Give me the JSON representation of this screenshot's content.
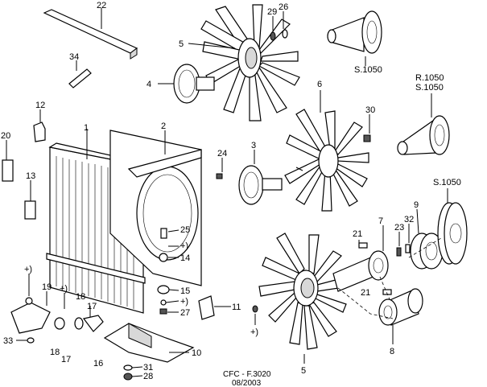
{
  "callouts": {
    "c1": "1",
    "c2": "2",
    "c3": "3",
    "c4": "4",
    "c5a": "5",
    "c5b": "5",
    "c6": "6",
    "c7": "7",
    "c8": "8",
    "c9": "9",
    "c10": "10",
    "c11": "11",
    "c12": "12",
    "c13": "13",
    "c14": "14",
    "c15": "15",
    "c16": "16",
    "c17a": "17",
    "c17b": "17",
    "c18a": "18",
    "c18b": "18",
    "c19": "19",
    "c20": "20",
    "c21a": "21",
    "c21b": "21",
    "c22": "22",
    "c23": "23",
    "c24": "24",
    "c25": "25",
    "c26": "26",
    "c27": "27",
    "c28": "28",
    "c29": "29",
    "c30": "30",
    "c31": "31",
    "c32": "32",
    "c33": "33",
    "c34": "34",
    "plus1": "+)",
    "plus2": "+)",
    "plus3": "+)",
    "plus4": "+)",
    "plus5": "+)"
  },
  "references": {
    "s1050_top": "S.1050",
    "r1050": "R.1050",
    "s1050_mid": "S.1050",
    "s1050_right": "S.1050"
  },
  "footer": {
    "code": "CFC - F.3020",
    "date": "08/2003"
  }
}
